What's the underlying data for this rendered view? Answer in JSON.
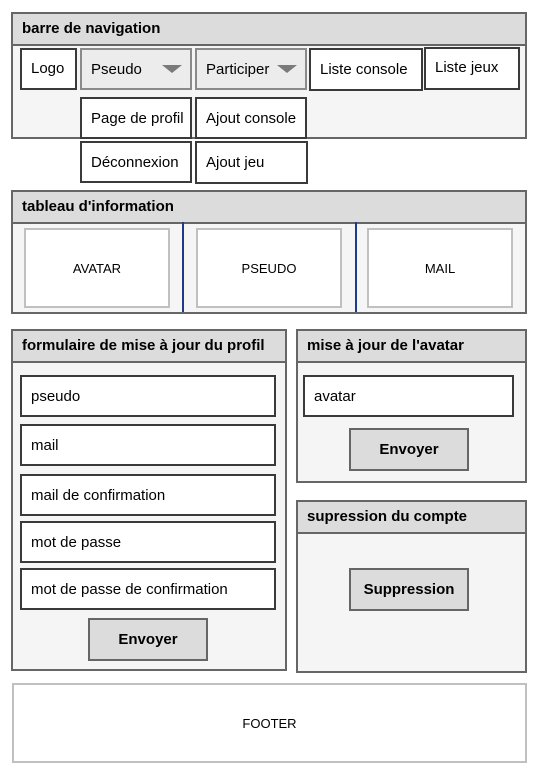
{
  "navbar": {
    "title": "barre de navigation",
    "logo": "Logo",
    "pseudo": "Pseudo",
    "participer": "Participer",
    "liste_console": "Liste console",
    "liste_jeux": "Liste jeux",
    "page_profil": "Page de profil",
    "ajout_console": "Ajout console",
    "deconnexion": "Déconnexion",
    "ajout_jeu": "Ajout jeu"
  },
  "info_table": {
    "title": "tableau d'information",
    "cells": [
      "AVATAR",
      "PSEUDO",
      "MAIL"
    ]
  },
  "profile_form": {
    "title": "formulaire de mise à jour du profil",
    "fields": [
      "pseudo",
      "mail",
      "mail de confirmation",
      "mot de passe",
      "mot de passe de confirmation"
    ],
    "submit": "Envoyer"
  },
  "avatar_form": {
    "title": "mise à jour de l'avatar",
    "field": "avatar",
    "submit": "Envoyer"
  },
  "delete_account": {
    "title": "supression du compte",
    "button": "Suppression"
  },
  "footer": {
    "label": "FOOTER"
  }
}
